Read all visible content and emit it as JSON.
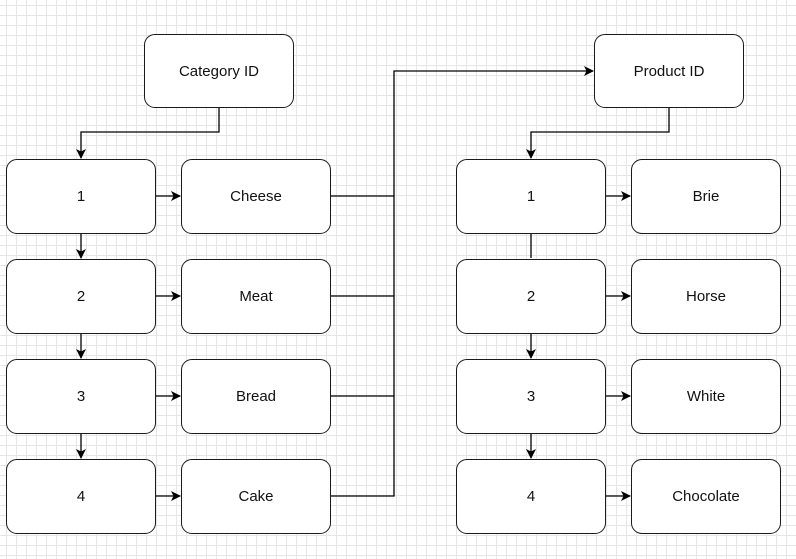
{
  "diagram": {
    "category_header": "Category ID",
    "product_header": "Product ID",
    "category_ids": [
      "1",
      "2",
      "3",
      "4"
    ],
    "category_names": [
      "Cheese",
      "Meat",
      "Bread",
      "Cake"
    ],
    "product_ids": [
      "1",
      "2",
      "3",
      "4"
    ],
    "product_names": [
      "Brie",
      "Horse",
      "White",
      "Chocolate"
    ]
  },
  "colors": {
    "line": "#000000",
    "border": "#1a1a1a",
    "grid": "#e6e6e6"
  }
}
